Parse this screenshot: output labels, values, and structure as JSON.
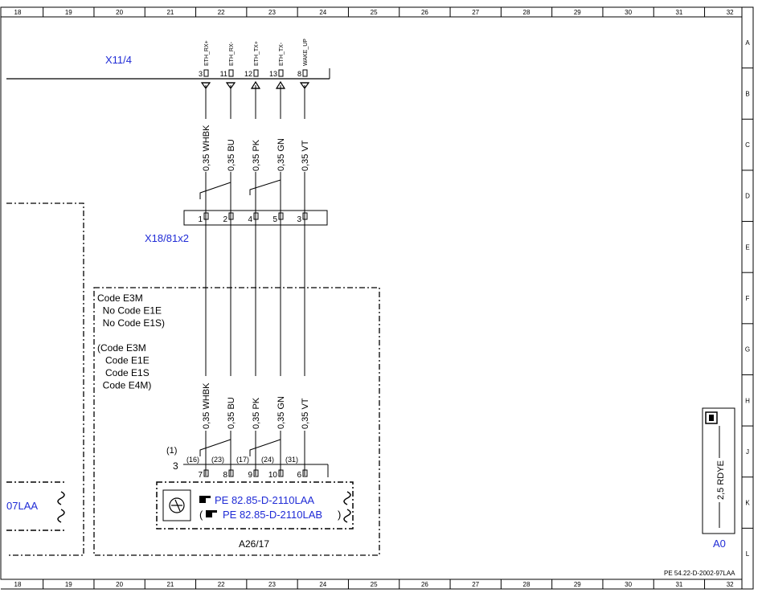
{
  "grid": {
    "columns": [
      "18",
      "19",
      "20",
      "21",
      "22",
      "23",
      "24",
      "25",
      "26",
      "27",
      "28",
      "29",
      "30",
      "31",
      "32"
    ],
    "rows": [
      "A",
      "B",
      "C",
      "D",
      "E",
      "F",
      "G",
      "H",
      "J",
      "K",
      "L"
    ]
  },
  "connectors": {
    "top": {
      "name": "X11/4",
      "pins": [
        {
          "num": "3",
          "signal": "ETH_RX+"
        },
        {
          "num": "11",
          "signal": "ETH_RX-"
        },
        {
          "num": "12",
          "signal": "ETH_TX+"
        },
        {
          "num": "13",
          "signal": "ETH_TX-"
        },
        {
          "num": "8",
          "signal": "WAKE_UP"
        }
      ]
    },
    "middle": {
      "name": "X18/81x2",
      "pins": [
        "1",
        "2",
        "4",
        "5",
        "3"
      ]
    },
    "bottom": {
      "pins": [
        "7",
        "8",
        "9",
        "10",
        "6"
      ],
      "refs": [
        "(16)",
        "(23)",
        "(17)",
        "(24)",
        "(31)"
      ],
      "twist_label": "(1)",
      "count": "3"
    }
  },
  "wires_upper": [
    "0,35 WHBK",
    "0,35 BU",
    "0,35 PK",
    "0,35 GN",
    "0,35 VT"
  ],
  "wires_lower": [
    "0,35 WHBK",
    "0,35 BU",
    "0,35 PK",
    "0,35 GN",
    "0,35 VT"
  ],
  "code_box": {
    "lines": [
      "Code E3M",
      "  No Code E1E",
      "  No Code E1S)",
      "",
      "(Code E3M",
      "   Code E1E",
      "   Code E1S",
      "  Code E4M)"
    ]
  },
  "component": {
    "name": "A26/17",
    "ref1": "PE 82.85-D-2110LAA",
    "ref2": "PE 82.85-D-2110LAB",
    "ref2_open": "(",
    "ref2_close": ")"
  },
  "left_ref": "07LAA",
  "ground_box": {
    "wire": "2,5 RDYE",
    "name": "A0"
  },
  "doc_ref": "PE 54.22-D-2002-97LAA",
  "colors": {
    "blue": "#1f2bd6",
    "line": "#000000"
  }
}
